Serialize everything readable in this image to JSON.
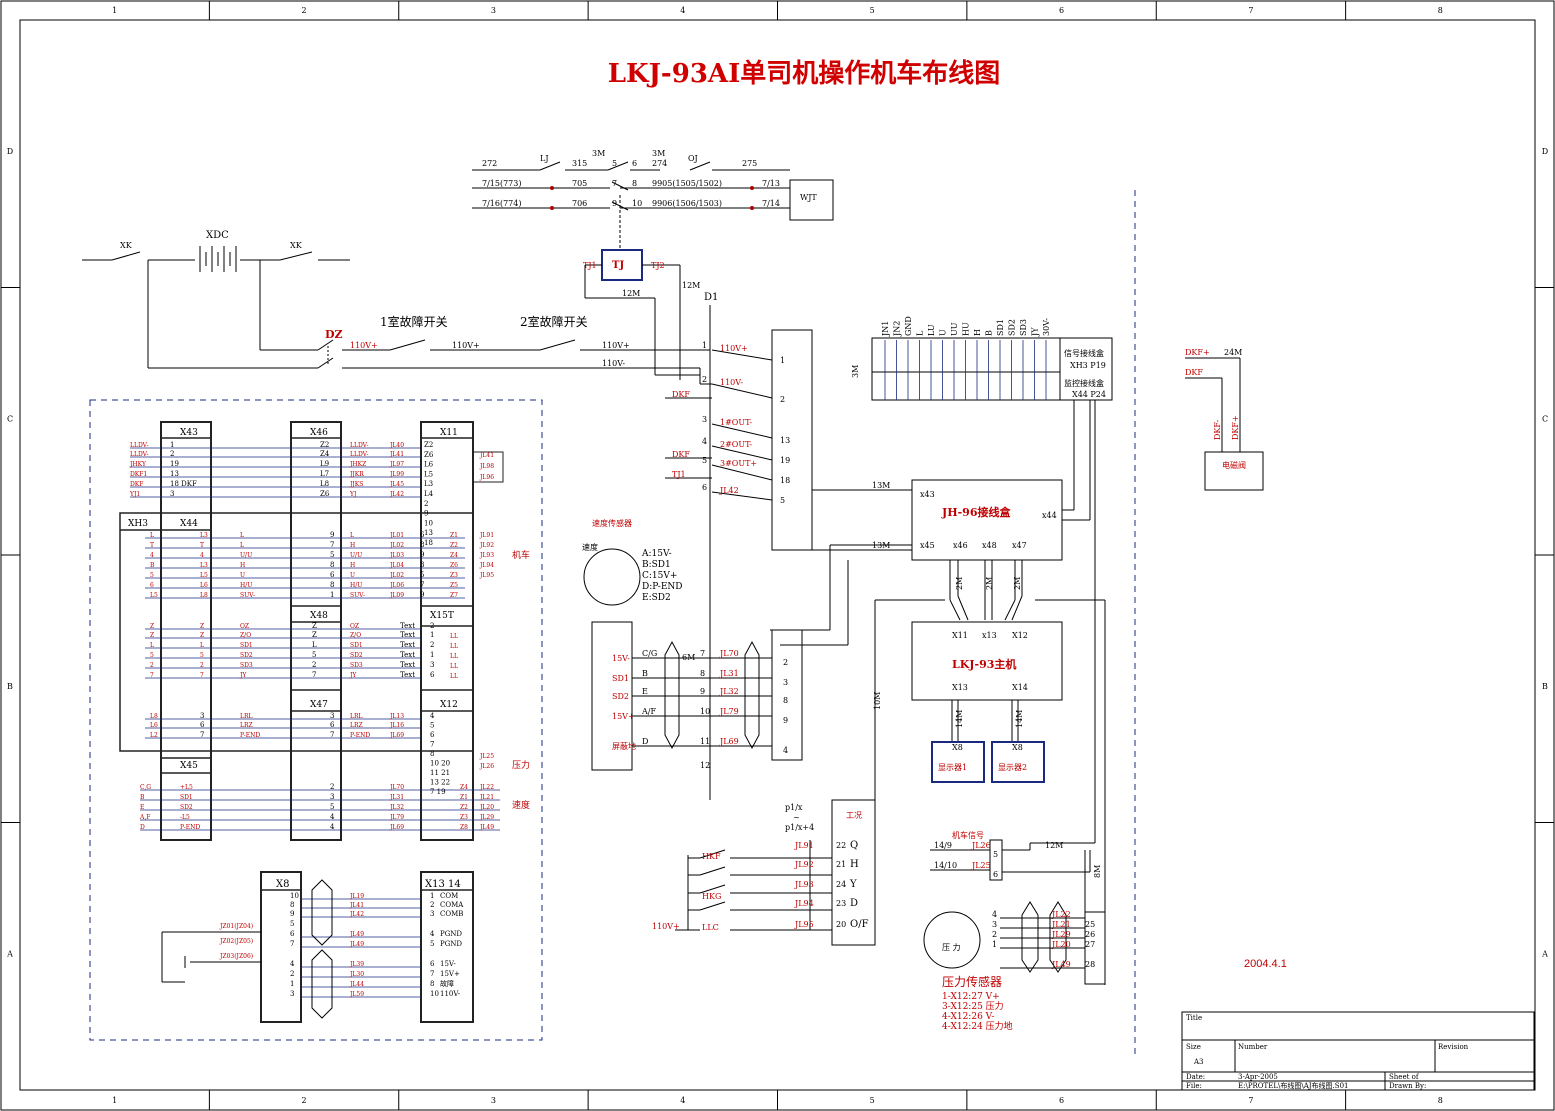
{
  "title": "LKJ-93AI单司机操作机车布线图",
  "date_stamp": "2004.4.1",
  "frame": {
    "col_numbers": [
      "1",
      "2",
      "3",
      "4",
      "5",
      "6",
      "7",
      "8"
    ],
    "row_letters": [
      "D",
      "C",
      "B",
      "A"
    ]
  },
  "top_block": {
    "wires": [
      "272",
      "LJ",
      "315",
      "3M",
      "5",
      "6",
      "3M",
      "274",
      "OJ",
      "275",
      "7/15(773)",
      "705",
      "7",
      "8",
      "9905(1505/1502)",
      "7/13",
      "7/16(774)",
      "706",
      "9",
      "10",
      "9906(1506/1503)",
      "7/14"
    ],
    "wjt": "WJT",
    "tj": "TJ",
    "tj1": "TJ1",
    "tj2": "TJ2",
    "12m_a": "12M",
    "12m_b": "12M"
  },
  "power": {
    "xk_left": "XK",
    "xdc": "XDC",
    "xk_right": "XK",
    "dz": "DZ",
    "sw1": "1室故障开关",
    "sw2": "2室故障开关",
    "v1": "110V+",
    "v2": "110V+",
    "v3": "110V+",
    "v4": "110V-",
    "d1": "D1"
  },
  "d1_terminals": {
    "rows": [
      {
        "n": "1",
        "w": "110V+",
        "p": "1"
      },
      {
        "n": "2",
        "w": "110V-",
        "p": "2"
      },
      {
        "n": "3",
        "w": "1#OUT-",
        "p": "13"
      },
      {
        "n": "4",
        "w": "2#OUT-",
        "p": "19"
      },
      {
        "n": "5",
        "w": "3#OUT+",
        "p": "18"
      },
      {
        "n": "6",
        "w": "JL42",
        "p": "5"
      }
    ],
    "dkf1": "DKF",
    "dkf2": "DKF",
    "tj": "TJ1"
  },
  "connector_top": {
    "labels": [
      "JN1",
      "JN2",
      "GND",
      "L",
      "LU",
      "U",
      "UU",
      "HU",
      "H",
      "B",
      "SD1",
      "SD2",
      "SD3",
      "JY",
      "30V-"
    ],
    "row1": "信号接线盒",
    "row1b": "XH3  P19",
    "row2": "监控接线盒",
    "row2b": "X44   P24",
    "m3": "3M"
  },
  "jh96": {
    "title": "JH-96接线盒",
    "ports": [
      "x43",
      "x44",
      "x45",
      "x46",
      "x48",
      "x47"
    ],
    "w1": "13M",
    "w2": "13M",
    "w3": "2M",
    "w4": "2M",
    "w5": "2M"
  },
  "host": {
    "title": "LKJ-93主机",
    "ports": [
      "X11",
      "x13",
      "X12",
      "X13",
      "X14"
    ],
    "w10": "10M",
    "w14a": "14M",
    "w14b": "14M"
  },
  "displays": [
    {
      "x": "X8",
      "name": "显示器1"
    },
    {
      "x": "X8",
      "name": "显示器2"
    }
  ],
  "valve": {
    "title": "电磁阀",
    "in1": "DKF+",
    "in2": "DKF",
    "len": "24M",
    "p1": "DKF-",
    "p2": "DKF+"
  },
  "speed_sensor": {
    "title": "速度传感器",
    "model": "速度",
    "pins": [
      "A:15V-",
      "B:SD1",
      "C:15V+",
      "D:P-END",
      "E:SD2"
    ]
  },
  "speed_term": {
    "left": [
      "15V-",
      "SD1",
      "SD2",
      "15V+",
      "屏蔽地"
    ],
    "mid": [
      "C/G",
      "B",
      "E",
      "A/F",
      "D"
    ],
    "nums": [
      "7",
      "8",
      "9",
      "10",
      "11",
      "12"
    ],
    "jl": [
      "JL70",
      "JL31",
      "JL32",
      "JL79",
      "JL69"
    ],
    "right": [
      "2",
      "3",
      "8",
      "9",
      "4"
    ],
    "m6": "6M"
  },
  "condition": {
    "header1": "p1/x",
    "header2": "~",
    "header3": "p1/x+4",
    "title": "工况",
    "rows": [
      {
        "jl": "JL91",
        "n": "22",
        "s": "Q"
      },
      {
        "jl": "JL92",
        "n": "21",
        "s": "H"
      },
      {
        "jl": "JL93",
        "n": "24",
        "s": "Y"
      },
      {
        "jl": "JL94",
        "n": "23",
        "s": "D"
      },
      {
        "jl": "JL95",
        "n": "20",
        "s": "O/F"
      }
    ],
    "hkf": "HKF",
    "hkg": "HKG",
    "llc": "LLC",
    "v": "110V+"
  },
  "loco_signal": {
    "title": "机车信号",
    "r1": "14/9",
    "r2": "14/10",
    "j1": "JL26",
    "j2": "JL25",
    "n1": "5",
    "n2": "6",
    "m12": "12M"
  },
  "pressure": {
    "title": "压力传感器",
    "inner": "压 力",
    "lines": [
      "1-X12:27  V+",
      "3-X12:25  压力",
      "4-X12:26  V-",
      "4-X12:24  压力地"
    ],
    "pins": [
      "4",
      "3",
      "2",
      "1"
    ],
    "jl": [
      "JL22",
      "JL21",
      "JL29",
      "JL20",
      "JL49"
    ],
    "nums": [
      "25",
      "26",
      "27",
      "28"
    ],
    "m8": "8M"
  },
  "left_panel": {
    "x43": "X43",
    "x46": "X46",
    "x11": "X11",
    "xh3": "XH3",
    "x44": "X44",
    "x48": "X48",
    "x15t": "X15T",
    "x47": "X47",
    "x12": "X12",
    "x45": "X45",
    "x43_rows": [
      "1",
      "2",
      "19",
      "13",
      "18 DKF",
      "3"
    ],
    "x43_left": [
      "LLDV-",
      "LLDV-",
      "JHKY",
      "DKF1",
      "DKF",
      "YJ1"
    ],
    "x46_rows": [
      "Z2",
      "Z4",
      "L9",
      "L7",
      "L8",
      "Z6"
    ],
    "x46_jl": [
      "LLDV-",
      "LLDV-",
      "JHKZ",
      "JJKR",
      "JJKS",
      "YJ"
    ],
    "x11_jl": [
      "JL40",
      "JL41",
      "JL97",
      "JL99",
      "JL45",
      "JL42"
    ],
    "x11_rows": [
      "Z2",
      "Z6",
      "L6",
      "L5",
      "L3",
      "L4",
      "2",
      "9",
      "10",
      "13",
      "18"
    ],
    "x11_right": [
      "JL41",
      "JL98",
      "JL96"
    ],
    "xh3_rows": [
      "L",
      "T",
      "4",
      "B",
      "5",
      "6",
      "L5"
    ],
    "x44_rows": [
      "L3",
      "T",
      "4",
      "L3",
      "L5",
      "L6",
      "L8"
    ],
    "sig_names": [
      "L",
      "L",
      "U/U",
      "H",
      "U",
      "H/U",
      "SUV-"
    ],
    "x46b_nums": [
      "9",
      "7",
      "5",
      "8",
      "6",
      "8",
      "1"
    ],
    "x46b_sig": [
      "L",
      "H",
      "U/U",
      "H",
      "U",
      "H/U",
      "SUV-"
    ],
    "x11b_jl": [
      "JL01",
      "JL02",
      "JL03",
      "JL04",
      "JL02",
      "JL06",
      "JL09"
    ],
    "x11b_n": [
      "6",
      "8",
      "9",
      "3",
      "5",
      "7",
      "9"
    ],
    "x11b_r": [
      "Z1",
      "Z2",
      "Z4",
      "Z6",
      "Z3",
      "Z5",
      "Z7"
    ],
    "x11b_rj": [
      "JL91",
      "JL92",
      "JL93",
      "JL94",
      "JL95"
    ],
    "tag_loco": "机车",
    "x48_rows": [
      "Z",
      "Z",
      "L",
      "5",
      "2",
      "7"
    ],
    "mid_sig": [
      "OZ",
      "Z/O",
      "SD1",
      "SD2",
      "SD3",
      "JY"
    ],
    "x15_rows": [
      "2",
      "1",
      "2",
      "1",
      "3",
      "6"
    ],
    "x15_text": [
      "Text",
      "Text",
      "Text",
      "Text",
      "Text",
      "Text"
    ],
    "x15_r": [
      "LL",
      "LL",
      "LL",
      "LL",
      "LL"
    ],
    "lower_rows": [
      "L8",
      "L6",
      "L2"
    ],
    "lower_nums": [
      "3",
      "6",
      "7"
    ],
    "lower_sig": [
      "LRL",
      "LRZ",
      "P-END"
    ],
    "lower_jl": [
      "JL13",
      "JL16",
      "JL69"
    ],
    "x12_nums": [
      "4",
      "5",
      "6",
      "7",
      "8",
      "10 20",
      "11 21",
      "13 22",
      "7 19"
    ],
    "x12_r": [
      "JL25",
      "JL26"
    ],
    "x45_rows": [
      "C,G",
      "B",
      "E",
      "A,F",
      "D"
    ],
    "x45_sig": [
      "+L5",
      "SD1",
      "SD2",
      "-L5",
      "P-END"
    ],
    "x45_n": [
      "2",
      "3",
      "5",
      "4",
      "4"
    ],
    "x45_jl": [
      "JL70",
      "JL31",
      "JL32",
      "JL79",
      "JL69"
    ],
    "x45_r": [
      "Z4",
      "Z1",
      "Z2",
      "Z3",
      "Z8"
    ],
    "x45_rj": [
      "JL22",
      "JL21",
      "JL20",
      "JL29",
      "JL49"
    ],
    "tag_pres": "压力",
    "tag_speed": "速度",
    "x8": "X8",
    "x1314": "X13 14",
    "x8_nums": [
      "10",
      "8",
      "9",
      "5",
      "6",
      "7",
      "4",
      "2",
      "1",
      "3"
    ],
    "x8_jl": [
      "JL19",
      "JL41",
      "JL42",
      "JL49",
      "JL49",
      "JL39",
      "JL30",
      "JL44",
      "JL59"
    ],
    "x13_nums": [
      "1",
      "2",
      "3",
      "4",
      "5",
      "6",
      "7",
      "8",
      "10"
    ],
    "x13_sig": [
      "COM",
      "COMA",
      "COMB",
      "PGND",
      "PGND",
      "15V-",
      "15V+",
      "故障",
      "110V-"
    ],
    "x8_left": [
      "JZ01(JZ04)",
      "JZ02(JZ05)",
      "JZ03(JZ06)"
    ]
  },
  "title_block": {
    "title": "Title",
    "size": "Size",
    "size_v": "A3",
    "number": "Number",
    "revision": "Revision",
    "date": "Date:",
    "date_v": "3-Apr-2005",
    "sheet": "Sheet   of",
    "file": "File:",
    "file_v": "E:\\PROTEL\\布线图\\AJ布线图.S01",
    "drawn": "Drawn By:"
  }
}
